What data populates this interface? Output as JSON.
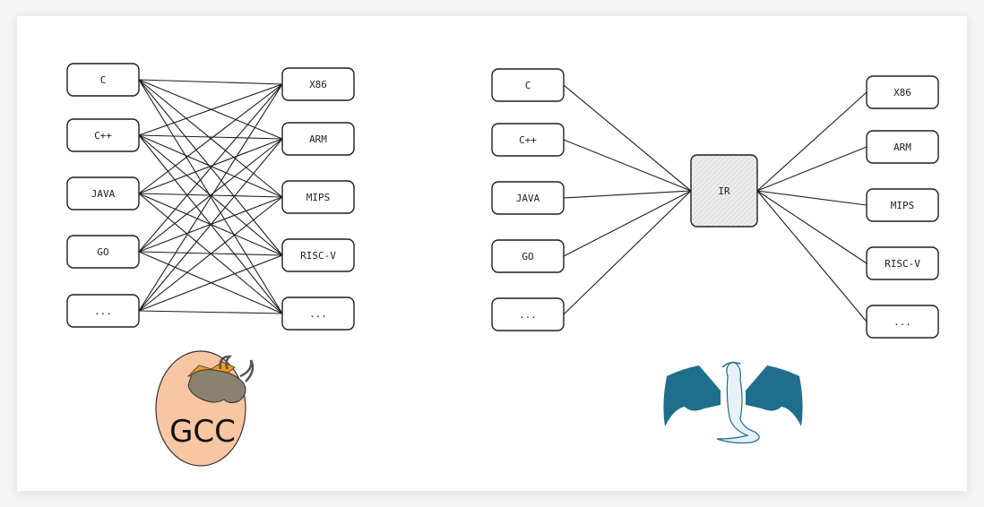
{
  "diagram": {
    "title": "Compiler architecture comparison: GCC (N×M) vs IR-based (N+M)",
    "left_panel": {
      "name": "gcc-style",
      "frontends": [
        "C",
        "C++",
        "JAVA",
        "GO",
        "..."
      ],
      "backends": [
        "X86",
        "ARM",
        "MIPS",
        "RISC-V",
        "..."
      ],
      "connection": "every frontend connects to every backend",
      "logo": {
        "name": "gcc-logo",
        "text": "GCC",
        "egg_color": "#f7c6a3",
        "accent_color": "#f39c12"
      }
    },
    "right_panel": {
      "name": "llvm-style",
      "frontends": [
        "C",
        "C++",
        "JAVA",
        "GO",
        "..."
      ],
      "hub": "IR",
      "backends": [
        "X86",
        "ARM",
        "MIPS",
        "RISC-V",
        "..."
      ],
      "connection": "frontends connect to IR, IR connects to backends",
      "logo": {
        "name": "llvm-dragon-logo",
        "wing_color": "#1f6e8c",
        "body_color": "#e8f1f7"
      }
    },
    "colors": {
      "stroke": "#1e1e1e",
      "card": "#ffffff",
      "page": "#f4f4f4",
      "hub_fill": "#e6e6e6"
    }
  }
}
